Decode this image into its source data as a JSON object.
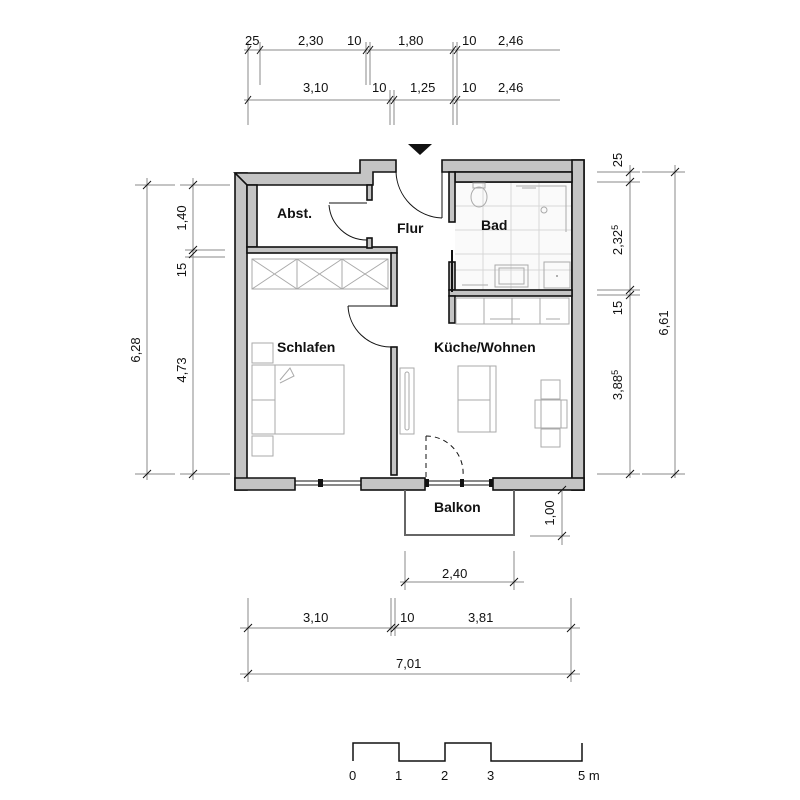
{
  "rooms": {
    "abstellraum": "Abst.",
    "flur": "Flur",
    "bad": "Bad",
    "schlafen": "Schlafen",
    "kueche_wohnen": "Küche/Wohnen",
    "balkon": "Balkon"
  },
  "dimensions": {
    "top_row1": [
      "25",
      "2,30",
      "10",
      "1,80",
      "10",
      "2,46"
    ],
    "top_row2": [
      "3,10",
      "10",
      "1,25",
      "10",
      "2,46"
    ],
    "left_inner": [
      "1,40",
      "15",
      "4,73"
    ],
    "left_total": "6,28",
    "right_inner": [
      "25",
      "2,32",
      "15",
      "3,88"
    ],
    "right_inner_superscripts": [
      "5",
      "5"
    ],
    "right_total": "6,61",
    "balcony_depth": "1,00",
    "balcony_width": "2,40",
    "bottom_row1": [
      "3,10",
      "10",
      "3,81"
    ],
    "bottom_total": "7,01"
  },
  "scale_bar": {
    "labels": [
      "0",
      "1",
      "2",
      "3",
      "5 m"
    ]
  },
  "entrance_marker": "entrance-arrow"
}
